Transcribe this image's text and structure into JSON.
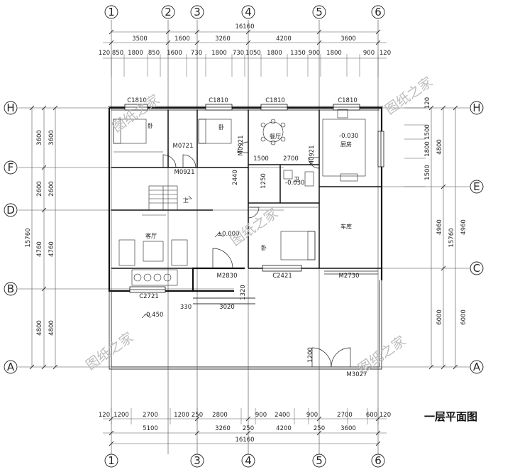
{
  "title": "一层平面图",
  "watermark": "图纸之家",
  "axes": {
    "vertical": [
      "1",
      "2",
      "3",
      "4",
      "5",
      "6"
    ],
    "horizontal": [
      "H",
      "F",
      "E",
      "D",
      "C",
      "B",
      "A"
    ]
  },
  "dimensions": {
    "top_total": "16160",
    "top_segments": [
      "3500",
      "1600",
      "3260",
      "4200",
      "3600"
    ],
    "top_detail": [
      "120",
      "850",
      "1800",
      "850",
      "1600",
      "730",
      "1800",
      "730",
      "1050",
      "1800",
      "1350",
      "900",
      "1800",
      "900",
      "120"
    ],
    "bottom_total": "16160",
    "bottom_segments": [
      "5100",
      "3260",
      "250",
      "4200",
      "250",
      "3600"
    ],
    "bottom_detail": [
      "120",
      "1200",
      "2700",
      "1200",
      "250",
      "2800",
      "900",
      "2400",
      "900",
      "2700",
      "600",
      "120"
    ],
    "left_total": "15760",
    "left_segments": [
      "3600",
      "2600",
      "4760",
      "4800"
    ],
    "right_total": "15760",
    "right_segments": [
      "4800",
      "4960",
      "6000"
    ],
    "right_detail": [
      "120",
      "1500",
      "1800",
      "1500"
    ]
  },
  "labels": {
    "windows": [
      "C1810",
      "C1810",
      "C1810",
      "C1810",
      "C2721",
      "C2421"
    ],
    "doors": [
      "M0921",
      "M0721",
      "M0921",
      "M0921",
      "M2830",
      "M2730",
      "M3027"
    ],
    "elevations": [
      "±0.000",
      "-0.450",
      "-0.030",
      "-0.030"
    ],
    "rooms": [
      "卧",
      "卧",
      "餐厅",
      "厨房",
      "客厅",
      "卧",
      "车库",
      "卫"
    ],
    "misc": [
      "2700",
      "1500",
      "1250",
      "2440",
      "3020",
      "330",
      "1200",
      "1320",
      "上"
    ]
  }
}
